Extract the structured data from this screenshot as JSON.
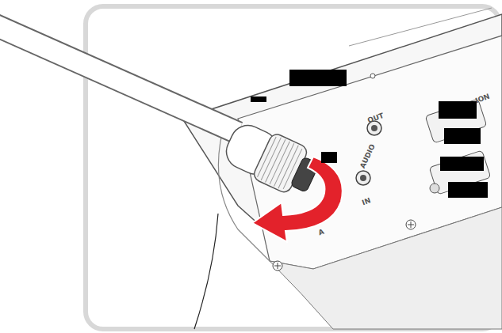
{
  "diagram": {
    "labels": [
      "OUT",
      "AUDIO",
      "IN",
      "ION",
      "A"
    ]
  }
}
